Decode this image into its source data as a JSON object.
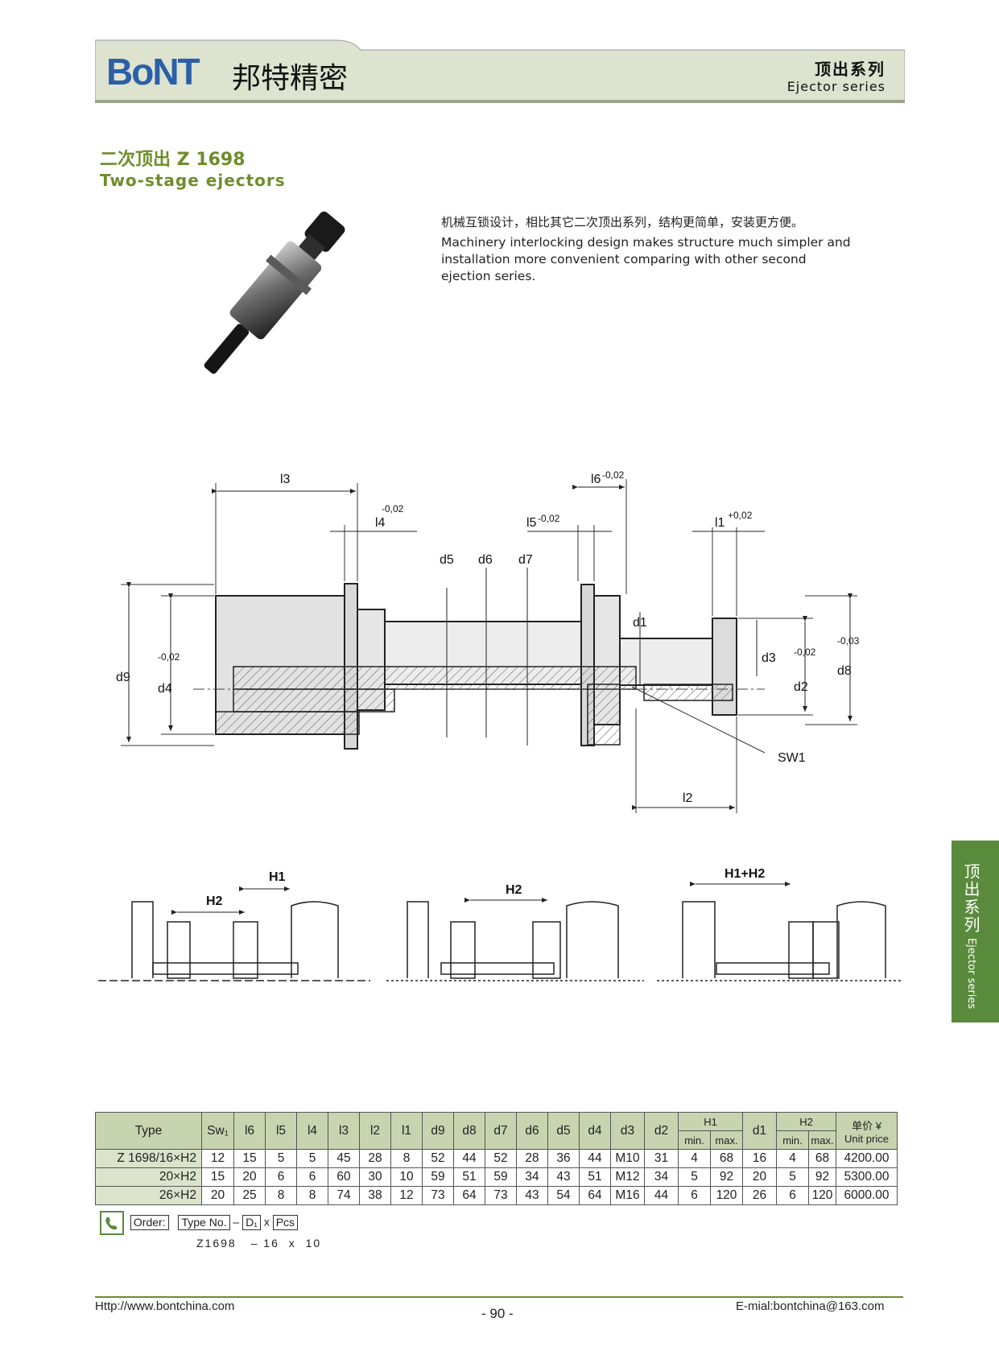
{
  "header": {
    "logo_text": "BoNT",
    "logo_cn": "邦特精密",
    "series_cn": "顶出系列",
    "series_en": "Ejector series",
    "band_color": "#dde3cf",
    "logo_color": "#2b5fa8"
  },
  "title": {
    "cn": "二次顶出  Z 1698",
    "en": "Two-stage ejectors",
    "color": "#6f8c2a"
  },
  "description": {
    "cn": "机械互锁设计，相比其它二次顶出系列，结构更简单，安装更方便。",
    "en": "Machinery interlocking design makes structure much simpler and installation more convenient comparing with other second ejection series."
  },
  "drawing": {
    "labels": {
      "l3": "l3",
      "l4": "l4",
      "l4_tol": "-0,02",
      "l5": "l5",
      "l5_tol": "-0,02",
      "l6": "l6",
      "l6_tol": "-0,02",
      "l1": "l1",
      "l1_tol": "+0,02",
      "l2": "l2",
      "d1": "d1",
      "d2": "d2",
      "d2_tol": "-0,02",
      "d3": "d3",
      "d4": "d4",
      "d4_tol": "-0,02",
      "d5": "d5",
      "d6": "d6",
      "d7": "d7",
      "d8": "d8",
      "d8_tol": "-0,03",
      "d9": "d9",
      "sw1": "SW1"
    },
    "stages": [
      {
        "labels": [
          "H1",
          "H2"
        ]
      },
      {
        "labels": [
          "H2"
        ]
      },
      {
        "labels": [
          "H1+H2"
        ]
      }
    ]
  },
  "side_tab": {
    "cn": "顶出系列",
    "en": "Ejector series",
    "color": "#5a8a3c"
  },
  "table": {
    "header": {
      "type": "Type",
      "sw": "Sw₁",
      "cols": [
        "l6",
        "l5",
        "l4",
        "l3",
        "l2",
        "l1",
        "d9",
        "d8",
        "d7",
        "d6",
        "d5",
        "d4",
        "d3",
        "d2"
      ],
      "h1": "H1",
      "h1_min": "min.",
      "h1_max": "max.",
      "d1": "d1",
      "h2": "H2",
      "h2_min": "min.",
      "h2_max": "max.",
      "price_cn": "单价 ¥",
      "price_en": "Unit price"
    },
    "rows": [
      [
        "Z 1698/16×H2",
        "12",
        "15",
        "5",
        "5",
        "45",
        "28",
        "8",
        "52",
        "44",
        "52",
        "28",
        "36",
        "44",
        "M10",
        "31",
        "4",
        "68",
        "16",
        "4",
        "68",
        "4200.00"
      ],
      [
        "20×H2",
        "15",
        "20",
        "6",
        "6",
        "60",
        "30",
        "10",
        "59",
        "51",
        "59",
        "34",
        "43",
        "51",
        "M12",
        "34",
        "5",
        "92",
        "20",
        "5",
        "92",
        "5300.00"
      ],
      [
        "26×H2",
        "20",
        "25",
        "8",
        "8",
        "74",
        "38",
        "12",
        "73",
        "64",
        "73",
        "43",
        "54",
        "64",
        "M16",
        "44",
        "6",
        "120",
        "26",
        "6",
        "120",
        "6000.00"
      ]
    ]
  },
  "order": {
    "label": "Order:",
    "fields": [
      "Type No.",
      "D₁",
      "Pcs"
    ],
    "sep1": "–",
    "sep2": "x",
    "example": [
      "Z1698",
      "–",
      "16",
      "x",
      "10"
    ]
  },
  "footer": {
    "url": "Http://www.bontchina.com",
    "page": "- 90 -",
    "email": "E-mial:bontchina@163.com"
  }
}
